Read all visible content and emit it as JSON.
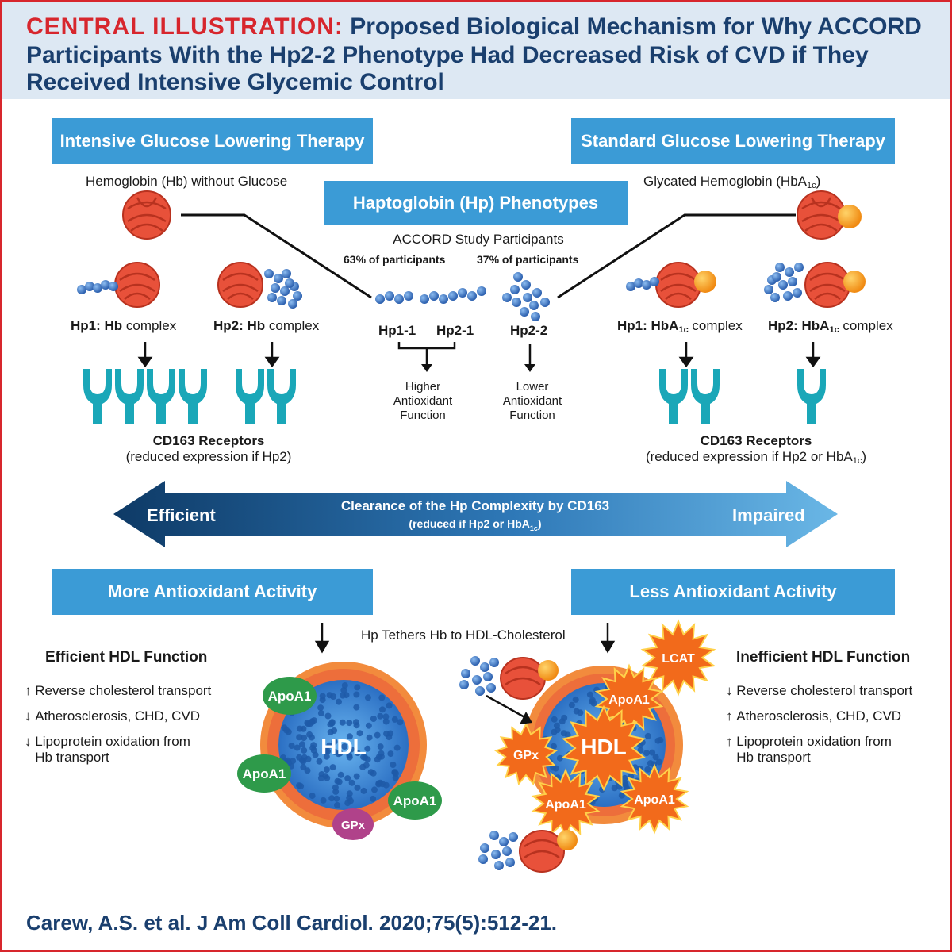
{
  "title": {
    "prefix": "CENTRAL ILLUSTRATION:",
    "line1": "Proposed Biological Mechanism for Why ACCORD",
    "line2": "Participants With the Hp2-2 Phenotype Had Decreased Risk of CVD if They",
    "line3": "Received Intensive Glycemic Control"
  },
  "left": {
    "therapy": "Intensive Glucose Lowering Therapy",
    "hb_label": "Hemoglobin (Hb) without Glucose",
    "hp1_bold": "Hp1: Hb",
    "hp1_rest": " complex",
    "hp2_bold": "Hp2: Hb",
    "hp2_rest": " complex",
    "cd163_title": "CD163 Receptors",
    "cd163_note": "(reduced expression if Hp2)"
  },
  "right": {
    "therapy": "Standard Glucose Lowering Therapy",
    "hba_label": "Glycated Hemoglobin (HbA",
    "hba_sub": "1c",
    "hba_close": ")",
    "hp1_bold": "Hp1: HbA",
    "hp1_sub": "1c",
    "hp1_rest": " complex",
    "hp2_bold": "Hp2: HbA",
    "hp2_sub": "1c",
    "hp2_rest": " complex",
    "cd163_title": "CD163 Receptors",
    "cd163_note": "(reduced expression if Hp2 or HbA",
    "cd163_sub": "1c",
    "cd163_close": ")"
  },
  "center": {
    "phenotypes": "Haptoglobin (Hp) Phenotypes",
    "accord": "ACCORD Study Participants",
    "pct_63": "63% of participants",
    "pct_37": "37% of participants",
    "hp11": "Hp1-1",
    "hp21": "Hp2-1",
    "hp22": "Hp2-2",
    "higher": [
      "Higher",
      "Antioxidant",
      "Function"
    ],
    "lower": [
      "Lower",
      "Antioxidant",
      "Function"
    ]
  },
  "clearance": {
    "efficient": "Efficient",
    "impaired": "Impaired",
    "title": "Clearance of the Hp Complexity by CD163",
    "note": "(reduced if Hp2 or HbA",
    "note_sub": "1c",
    "note_close": ")"
  },
  "bottom_left": {
    "activity": "More Antioxidant Activity",
    "heading": "Efficient HDL Function",
    "items": [
      {
        "arrow": "↑",
        "text": "Reverse cholesterol transport"
      },
      {
        "arrow": "↓",
        "text": "Atherosclerosis, CHD, CVD"
      },
      {
        "arrow": "↓",
        "text": "Lipoprotein oxidation from\nHb transport"
      }
    ]
  },
  "bottom_right": {
    "activity": "Less Antioxidant Activity",
    "heading": "Inefficient HDL Function",
    "items": [
      {
        "arrow": "↓",
        "text": "Reverse cholesterol transport"
      },
      {
        "arrow": "↑",
        "text": "Atherosclerosis, CHD, CVD"
      },
      {
        "arrow": "↑",
        "text": "Lipoprotein oxidation from\nHb transport"
      }
    ]
  },
  "tether": "Hp Tethers Hb to HDL-Cholesterol",
  "hdl_labels": {
    "hdl": "HDL",
    "apoa1": "ApoA1",
    "gpx": "GPx",
    "lcat": "LCAT"
  },
  "citation": "Carew, A.S. et al. J Am Coll Cardiol. 2020;75(5):512-21.",
  "colors": {
    "border": "#d7262d",
    "header_bg": "#dde8f3",
    "title_blue": "#1a3f6e",
    "box_blue": "#3b9bd6",
    "hb_red": "#e8513a",
    "glucose_orange": "#f5a623",
    "hp_blue": "#3d78c8",
    "receptor_teal": "#1aa7b8",
    "apo_green": "#2e9a4a",
    "gpx_purple": "#b0428a",
    "burst_orange": "#f26a1b"
  }
}
